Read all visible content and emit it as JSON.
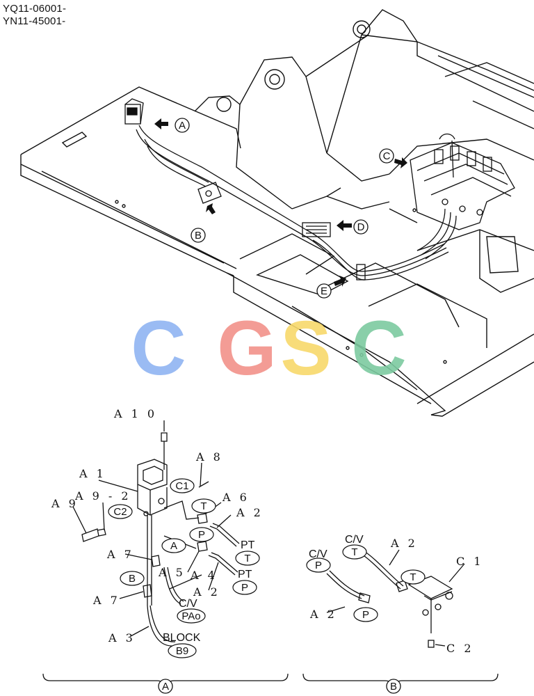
{
  "serials": [
    "YQ11-06001-",
    "YN11-45001-"
  ],
  "callouts_main": [
    "A",
    "B",
    "C",
    "D",
    "E"
  ],
  "watermark": {
    "letters": [
      "C",
      "G",
      "S",
      "C"
    ],
    "colors": [
      "#8fb4f2",
      "#f2918a",
      "#f7d86a",
      "#7ccaa0"
    ]
  },
  "detail_a": {
    "parts": {
      "a10": "A 1 0",
      "a8": "A 8",
      "a1": "A 1",
      "a9_2": "A 9 - 2",
      "a9": "A 9",
      "a6": "A 6",
      "a2_top": "A 2",
      "a7_top": "A 7",
      "a5": "A 5",
      "a4": "A 4",
      "a2_bot": "A 2",
      "a7_bot": "A 7",
      "a3": "A 3"
    },
    "ports": {
      "c1": "C1",
      "c2": "C2",
      "t": "T",
      "p": "P",
      "a": "A",
      "b": "B",
      "pt_t_label": "PT",
      "pt_t_port": "T",
      "pt_p_label": "PT",
      "pt_p_port": "P",
      "cv_label": "C/V",
      "cv_port": "PAo",
      "block_label": "BLOCK",
      "block_port": "B9"
    },
    "section_label": "A"
  },
  "detail_b": {
    "parts": {
      "a2_top": "A 2",
      "c1": "C 1",
      "a2_bot": "A 2",
      "c2": "C 2"
    },
    "ports": {
      "cv_left_label": "C/V",
      "cv_left_port": "P",
      "cv_right_label": "C/V",
      "cv_right_port": "T",
      "t": "T",
      "p": "P"
    },
    "section_label": "B"
  }
}
